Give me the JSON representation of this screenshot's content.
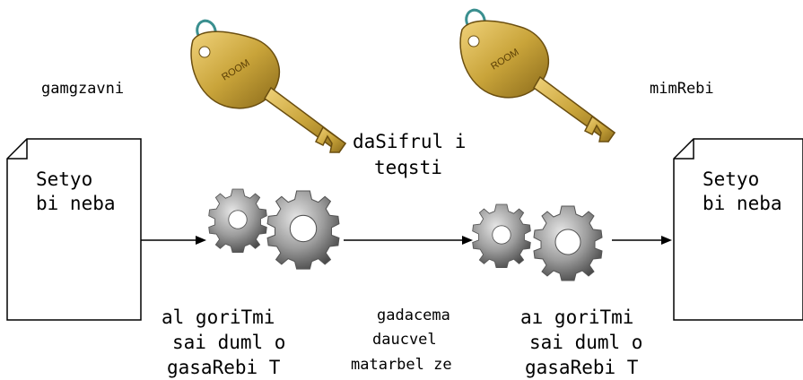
{
  "labels": {
    "sender": "gamgzavni",
    "receiver": "mimRebi",
    "ciphertext_line1": "daSifrul i",
    "ciphertext_line2": "teqsti",
    "left_doc_line1": "Setyo",
    "left_doc_line2": "bi neba",
    "right_doc_line1": "Setyo",
    "right_doc_line2": "bi neba",
    "algo_left_line1": "al goriTmi",
    "algo_left_line2": "sai duml o",
    "algo_left_line3": "gasaRebi T",
    "transfer_line1": "gadacema",
    "transfer_line2": "daucvel",
    "transfer_line3": "matarbel ze",
    "algo_right_line1": "aı goriTmi",
    "algo_right_line2": "sai duml o",
    "algo_right_line3": "gasaRebi T"
  },
  "icons": {
    "key": "key-icon",
    "gear": "gear-icon",
    "document": "document-icon"
  },
  "colors": {
    "key_gold": "#c9a43a",
    "key_shadow": "#8a6a1a",
    "gear_gray": "#9a9a9a",
    "gear_dark": "#555555",
    "ring_teal": "#3a8f8f"
  }
}
